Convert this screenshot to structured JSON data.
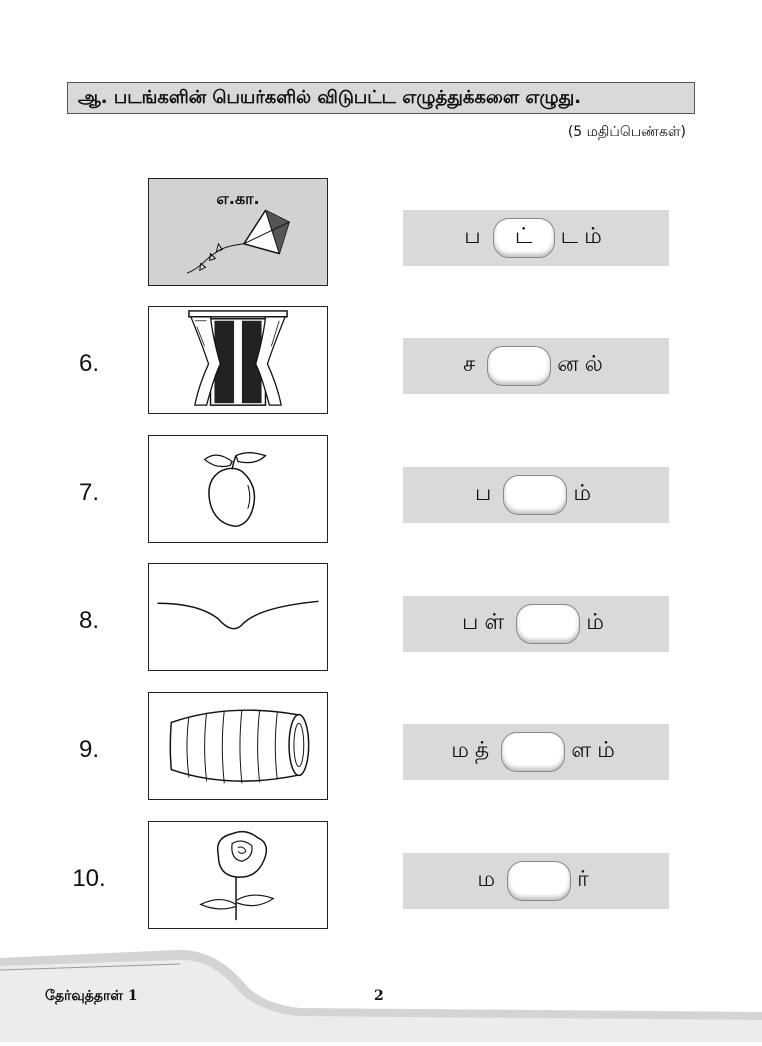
{
  "heading": "ஆ. படங்களின் பெயர்களில் விடுபட்ட எழுத்துக்களை எழுது.",
  "marks": "(5 மதிப்பெண்கள்)",
  "example": {
    "tag": "எ.கா.",
    "before": "ப",
    "answer": "ட்",
    "after": "டம்",
    "picture": "kite"
  },
  "questions": [
    {
      "number": "6.",
      "before": "ச",
      "after": "னல்",
      "picture": "window"
    },
    {
      "number": "7.",
      "before": "ப",
      "after": "ம்",
      "picture": "mango"
    },
    {
      "number": "8.",
      "before": "பள்",
      "after": "ம்",
      "picture": "valley-curve"
    },
    {
      "number": "9.",
      "before": "மத்",
      "after": "ளம்",
      "picture": "drum"
    },
    {
      "number": "10.",
      "before": "ம",
      "after": "ர்",
      "picture": "rose"
    }
  ],
  "footer": {
    "left": "தேர்வுத்தாள் 1",
    "page": "2"
  }
}
